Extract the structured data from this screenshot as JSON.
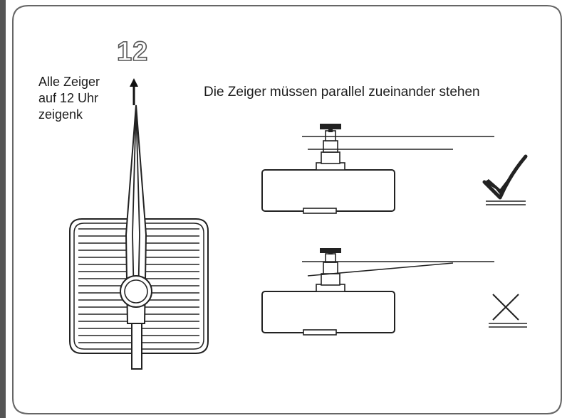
{
  "twelve_label": "12",
  "hands_note": [
    "Alle Zeiger",
    "auf 12 Uhr",
    "zeigenk"
  ],
  "parallel_note": "Die Zeiger müssen parallel zueinander stehen",
  "correct_icon": "check-icon",
  "wrong_icon": "cross-icon",
  "colors": {
    "line": "#222222",
    "frame": "#555555",
    "number_outline": "#555555"
  }
}
